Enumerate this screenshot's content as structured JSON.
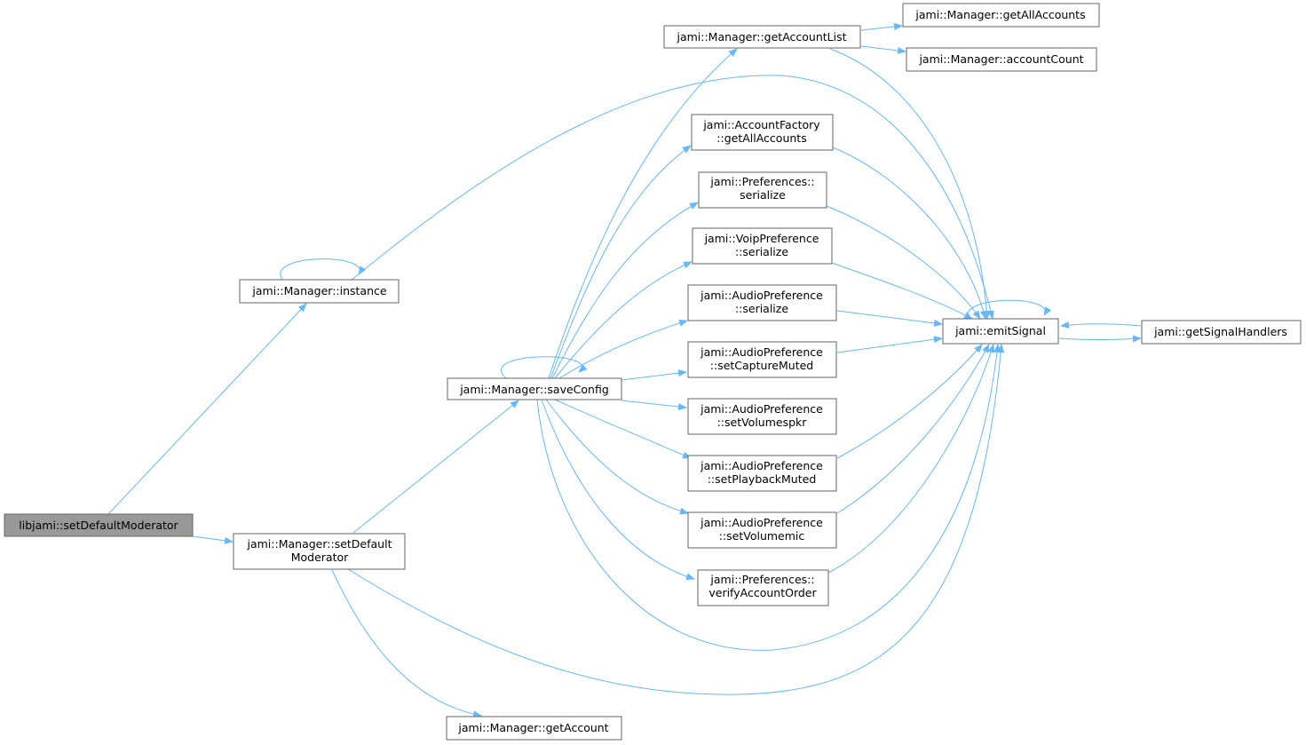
{
  "diagram": {
    "nodes": [
      {
        "id": "root",
        "lines": [
          "libjami::setDefaultModerator"
        ],
        "root": true
      },
      {
        "id": "instance",
        "lines": [
          "jami::Manager::instance"
        ]
      },
      {
        "id": "setDefaultModerator",
        "lines": [
          "jami::Manager::setDefault",
          "Moderator"
        ]
      },
      {
        "id": "saveConfig",
        "lines": [
          "jami::Manager::saveConfig"
        ]
      },
      {
        "id": "getAccount",
        "lines": [
          "jami::Manager::getAccount"
        ]
      },
      {
        "id": "getAccountList",
        "lines": [
          "jami::Manager::getAccountList"
        ]
      },
      {
        "id": "afGetAllAccounts",
        "lines": [
          "jami::AccountFactory",
          "::getAllAccounts"
        ]
      },
      {
        "id": "prefSerialize",
        "lines": [
          "jami::Preferences::",
          "serialize"
        ]
      },
      {
        "id": "voipSerialize",
        "lines": [
          "jami::VoipPreference",
          "::serialize"
        ]
      },
      {
        "id": "audioSerialize",
        "lines": [
          "jami::AudioPreference",
          "::serialize"
        ]
      },
      {
        "id": "setCaptureMuted",
        "lines": [
          "jami::AudioPreference",
          "::setCaptureMuted"
        ]
      },
      {
        "id": "setVolumespkr",
        "lines": [
          "jami::AudioPreference",
          "::setVolumespkr"
        ]
      },
      {
        "id": "setPlaybackMuted",
        "lines": [
          "jami::AudioPreference",
          "::setPlaybackMuted"
        ]
      },
      {
        "id": "setVolumemic",
        "lines": [
          "jami::AudioPreference",
          "::setVolumemic"
        ]
      },
      {
        "id": "verifyAccountOrder",
        "lines": [
          "jami::Preferences::",
          "verifyAccountOrder"
        ]
      },
      {
        "id": "emitSignal",
        "lines": [
          "jami::emitSignal"
        ]
      },
      {
        "id": "mgrGetAllAccounts",
        "lines": [
          "jami::Manager::getAllAccounts"
        ]
      },
      {
        "id": "accountCount",
        "lines": [
          "jami::Manager::accountCount"
        ]
      },
      {
        "id": "getSignalHandlers",
        "lines": [
          "jami::getSignalHandlers"
        ]
      }
    ],
    "edges": [
      {
        "from": "root",
        "to": "instance"
      },
      {
        "from": "root",
        "to": "setDefaultModerator"
      },
      {
        "from": "instance",
        "to": "instance"
      },
      {
        "from": "instance",
        "to": "emitSignal"
      },
      {
        "from": "setDefaultModerator",
        "to": "saveConfig"
      },
      {
        "from": "setDefaultModerator",
        "to": "emitSignal"
      },
      {
        "from": "setDefaultModerator",
        "to": "getAccount"
      },
      {
        "from": "saveConfig",
        "to": "saveConfig"
      },
      {
        "from": "saveConfig",
        "to": "getAccountList"
      },
      {
        "from": "saveConfig",
        "to": "afGetAllAccounts"
      },
      {
        "from": "saveConfig",
        "to": "prefSerialize"
      },
      {
        "from": "saveConfig",
        "to": "voipSerialize"
      },
      {
        "from": "saveConfig",
        "to": "audioSerialize"
      },
      {
        "from": "saveConfig",
        "to": "setCaptureMuted"
      },
      {
        "from": "saveConfig",
        "to": "setVolumespkr"
      },
      {
        "from": "saveConfig",
        "to": "setPlaybackMuted"
      },
      {
        "from": "saveConfig",
        "to": "setVolumemic"
      },
      {
        "from": "saveConfig",
        "to": "verifyAccountOrder"
      },
      {
        "from": "saveConfig",
        "to": "emitSignal"
      },
      {
        "from": "getAccountList",
        "to": "mgrGetAllAccounts"
      },
      {
        "from": "getAccountList",
        "to": "accountCount"
      },
      {
        "from": "getAccountList",
        "to": "emitSignal"
      },
      {
        "from": "afGetAllAccounts",
        "to": "emitSignal"
      },
      {
        "from": "prefSerialize",
        "to": "emitSignal"
      },
      {
        "from": "voipSerialize",
        "to": "emitSignal"
      },
      {
        "from": "audioSerialize",
        "to": "emitSignal"
      },
      {
        "from": "setCaptureMuted",
        "to": "emitSignal"
      },
      {
        "from": "setPlaybackMuted",
        "to": "emitSignal"
      },
      {
        "from": "setVolumemic",
        "to": "emitSignal"
      },
      {
        "from": "verifyAccountOrder",
        "to": "emitSignal"
      },
      {
        "from": "emitSignal",
        "to": "emitSignal"
      },
      {
        "from": "emitSignal",
        "to": "getSignalHandlers"
      },
      {
        "from": "getSignalHandlers",
        "to": "emitSignal"
      }
    ]
  }
}
